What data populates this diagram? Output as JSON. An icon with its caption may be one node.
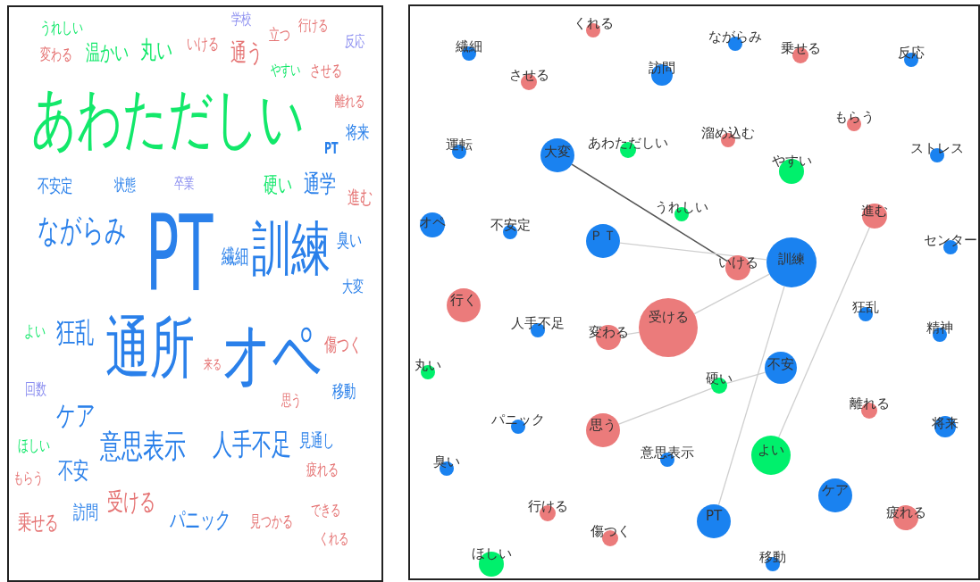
{
  "diagram": {
    "nodes": [
      {
        "text": [
          "くれる"
        ]
      },
      {
        "text": [
          "繊細"
        ]
      },
      {
        "text": [
          "ながらみ"
        ]
      },
      {
        "text": [
          "乗せる"
        ]
      },
      {
        "text": [
          "反応"
        ]
      },
      {
        "text": [
          "訪問"
        ]
      },
      {
        "text": [
          "させる"
        ]
      },
      {
        "text": [
          "もらう"
        ]
      },
      {
        "text": [
          "溜め込む"
        ]
      },
      {
        "text": [
          "あわただしい"
        ]
      },
      {
        "text": [
          "運転"
        ]
      },
      {
        "text": [
          "大変"
        ]
      },
      {
        "text": [
          "ストレス"
        ]
      },
      {
        "text": [
          "やすい"
        ]
      },
      {
        "text": [
          "うれしい"
        ]
      },
      {
        "text": [
          "オペ"
        ]
      },
      {
        "text": [
          "不安定"
        ]
      },
      {
        "text": [
          "進む"
        ]
      },
      {
        "text": [
          "ＰＴ"
        ]
      },
      {
        "text": [
          "センター"
        ]
      },
      {
        "text": [
          "訓練"
        ]
      },
      {
        "text": [
          "いける"
        ]
      },
      {
        "text": [
          "行く"
        ]
      },
      {
        "text": [
          "受ける"
        ]
      },
      {
        "text": [
          "狂乱"
        ]
      },
      {
        "text": [
          "人手不足"
        ]
      },
      {
        "text": [
          "変わる"
        ]
      },
      {
        "text": [
          "精神"
        ]
      },
      {
        "text": [
          "丸い"
        ]
      },
      {
        "text": [
          "硬い"
        ]
      },
      {
        "text": [
          "不安"
        ]
      },
      {
        "text": [
          "離れる"
        ]
      },
      {
        "text": [
          "パニック"
        ]
      },
      {
        "text": [
          "将来"
        ]
      },
      {
        "text": [
          "思う"
        ]
      },
      {
        "text": [
          "よい"
        ]
      },
      {
        "text": [
          "意思表示"
        ]
      },
      {
        "text": [
          "臭い"
        ]
      },
      {
        "text": [
          "ケア"
        ]
      },
      {
        "text": [
          "行ける"
        ]
      },
      {
        "text": [
          "疲れる"
        ]
      },
      {
        "text": [
          "PT"
        ]
      },
      {
        "text": [
          "傷つく"
        ]
      },
      {
        "text": [
          "ほしい"
        ]
      },
      {
        "text": [
          "移動"
        ]
      }
    ],
    "edges": [
      {
        "from": 11,
        "to": 21,
        "arrow": "none",
        "color": "#555555"
      },
      {
        "from": 18,
        "to": 20,
        "arrow": "none"
      },
      {
        "from": 26,
        "to": 23,
        "arrow": "none"
      },
      {
        "from": 23,
        "to": 20,
        "arrow": "none"
      },
      {
        "from": 20,
        "to": 41,
        "arrow": "none"
      },
      {
        "from": 17,
        "to": 35,
        "arrow": "none"
      },
      {
        "from": 34,
        "to": 29,
        "arrow": "none"
      },
      {
        "from": 29,
        "to": 30,
        "arrow": "none"
      }
    ],
    "labels": [
      "うれしい",
      "学校",
      "立つ",
      "行ける",
      "反応",
      "変わる",
      "温かい",
      "丸い",
      "いける",
      "通う",
      "やすい",
      "させる",
      "あわただしい",
      "離れる",
      "将来",
      "PT",
      "不安定",
      "状態",
      "卒業",
      "硬い",
      "通学",
      "進む",
      "ながらみ",
      "PT",
      "繊細",
      "訓練",
      "臭い",
      "大変",
      "よい",
      "狂乱",
      "通所",
      "来る",
      "オペ",
      "傷つく",
      "回数",
      "移動",
      "思う",
      "ケア",
      "見通し",
      "意思表示",
      "人手不足",
      "ほしい",
      "疲れる",
      "不安",
      "もらう",
      "受ける",
      "できる",
      "訪問",
      "乗せる",
      "パニック",
      "見つかる",
      "くれる"
    ]
  }
}
